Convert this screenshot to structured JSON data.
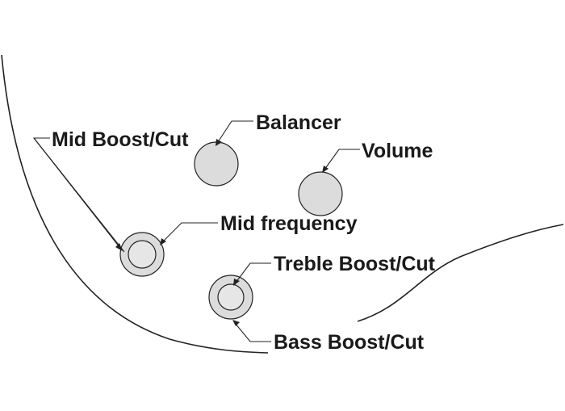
{
  "labels": {
    "balancer": "Balancer",
    "mid_boost_cut": "Mid Boost/Cut",
    "volume": "Volume",
    "mid_frequency": "Mid frequency",
    "treble_boost_cut": "Treble Boost/Cut",
    "bass_boost_cut": "Bass Boost/Cut"
  },
  "colors": {
    "knob_fill": "#dcdcdc",
    "line": "#222222",
    "text": "#1a1a1a"
  }
}
